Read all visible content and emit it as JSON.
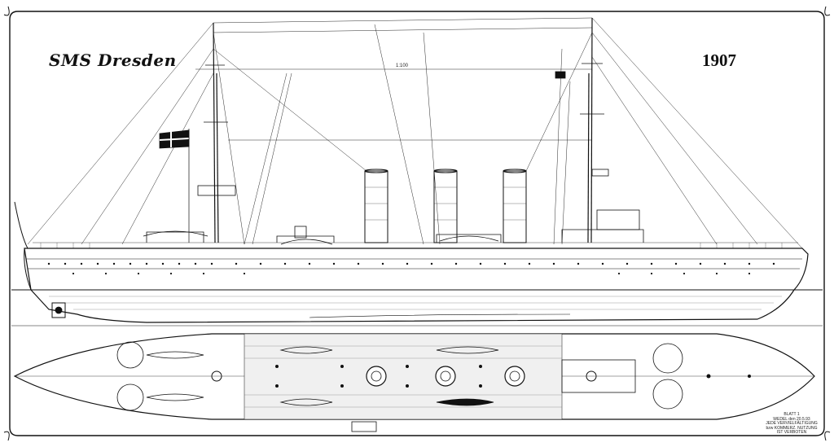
{
  "sheet": {
    "title": "SMS Dresden",
    "year": "1907",
    "scale": "1:100",
    "notes": [
      "BLATT 1",
      "WEDEL den 20.5.93",
      "JEDE VERVIELFÄLTIGUNG",
      "bzw KOMMERZ. NUTZUNG",
      "IST VERBOTEN"
    ]
  },
  "colors": {
    "ink": "#111111",
    "paper": "#ffffff"
  }
}
